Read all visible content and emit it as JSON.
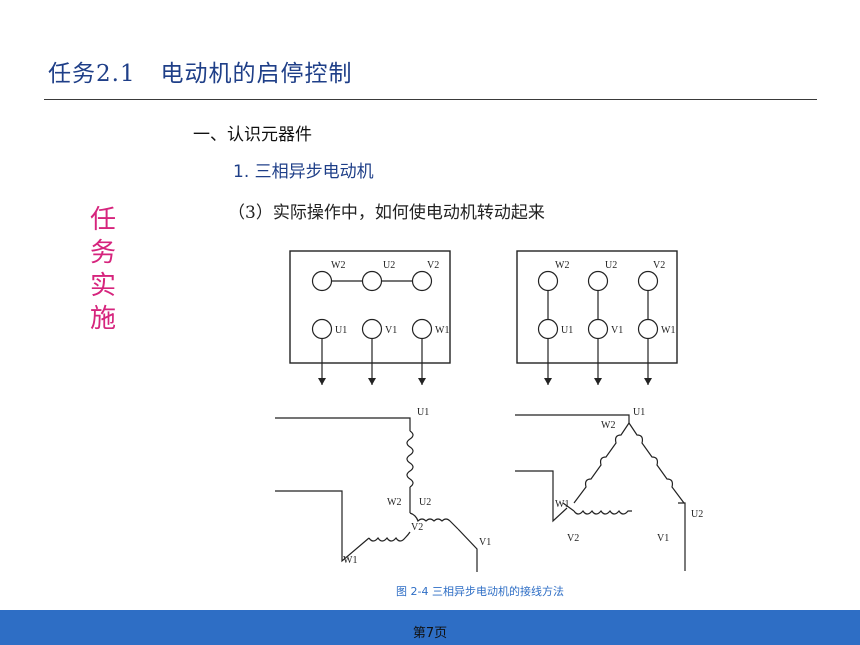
{
  "header": {
    "title": "任务2.1   电动机的启停控制"
  },
  "content": {
    "section": "一、认识元器件",
    "subsection": "1. 三相异步电动机",
    "question": "（3）实际操作中，如何使电动机转动起来"
  },
  "sidebar": {
    "chars": [
      "任",
      "务",
      "实",
      "施"
    ]
  },
  "figure": {
    "caption": "图 2-4   三相异步电动机的接线方法",
    "left_box": {
      "top": [
        "W2",
        "U2",
        "V2"
      ],
      "bottom": [
        "U1",
        "V1",
        "W1"
      ]
    },
    "right_box": {
      "top": [
        "W2",
        "U2",
        "V2"
      ],
      "bottom": [
        "U1",
        "V1",
        "W1"
      ]
    },
    "star_labels": {
      "U1": "U1",
      "W2": "W2",
      "U2": "U2",
      "V2": "V2",
      "W1": "W1",
      "V1": "V1"
    },
    "delta_labels": {
      "U1": "U1",
      "W2": "W2",
      "W1": "W1",
      "U2": "U2",
      "V2": "V2",
      "V1": "V1"
    }
  },
  "footer": {
    "page": "第7页",
    "color": "#2e6ec5"
  },
  "colors": {
    "title": "#1f3f88",
    "accent": "#d6247d",
    "caption": "#2e6ec5"
  }
}
